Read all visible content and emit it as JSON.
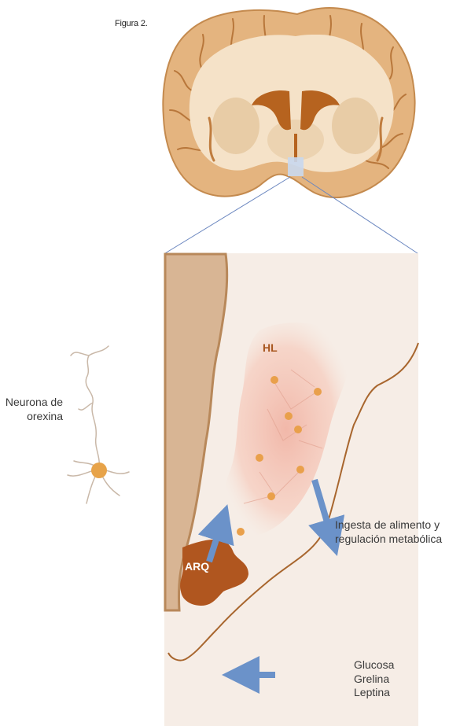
{
  "figure_label": "Figura 2.",
  "labels": {
    "neuron": [
      "Neurona de",
      "orexina"
    ],
    "output": [
      "Ingesta de alimento y",
      "regulación metabólica"
    ],
    "inputs": [
      "Glucosa",
      "Grelina",
      "Leptina"
    ],
    "hl": "HL",
    "arq": "ARQ"
  },
  "colors": {
    "background": "#ffffff",
    "panel": "#f6ede6",
    "brain_cortex": "#e7c08d",
    "brain_white_matter": "#f6e6cf",
    "ventricle": "#b6631f",
    "wall": "#d8b594",
    "outline": "#a8662e",
    "arq": "#b0561f",
    "hl_cloud": "#f3c2b6",
    "arrow": "#6b92c9",
    "zoom_line": "#6a86bf",
    "neuron": "#e7a349"
  }
}
